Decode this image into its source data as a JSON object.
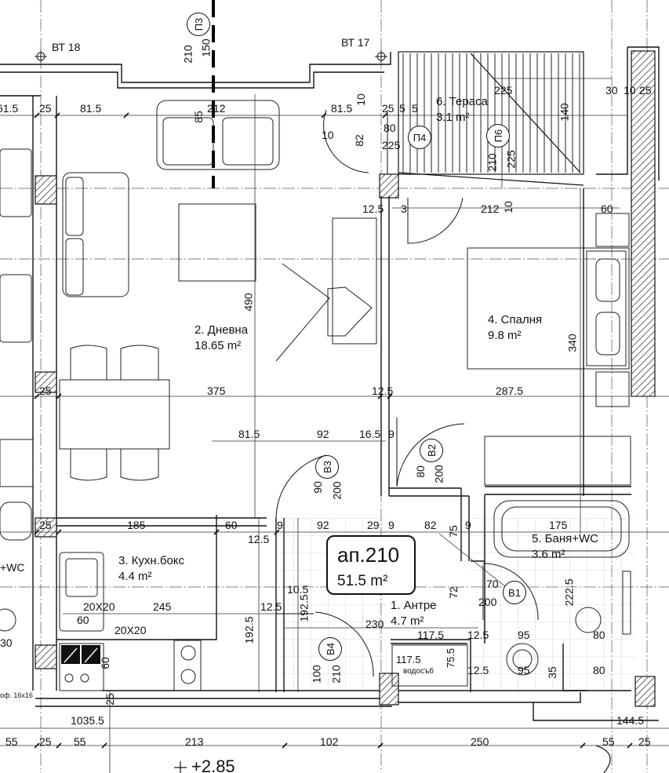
{
  "apartment": {
    "name": "ап.210",
    "area": "51.5 m²"
  },
  "rooms": [
    {
      "id": "1",
      "name": "1. Антре",
      "area": "4.7 m²"
    },
    {
      "id": "2",
      "name": "2. Дневна",
      "area": "18.65 m²"
    },
    {
      "id": "3",
      "name": "3. Кухн.бокс",
      "area": "4.4 m²"
    },
    {
      "id": "4",
      "name": "4. Спалня",
      "area": "9.8 m²"
    },
    {
      "id": "5",
      "name": "5. Баня+WC",
      "area": "3.6 m²"
    },
    {
      "id": "6",
      "name": "6. Тераса",
      "area": "3.1 m²"
    }
  ],
  "grid_axes": {
    "left": "ВТ 18",
    "right": "ВТ 17"
  },
  "openings": {
    "p3": "П3",
    "p4": "П4",
    "p6": "П6",
    "b1": "В1",
    "b2": "В2",
    "b3": "В3",
    "b4": "В4"
  },
  "dimensions": {
    "top_row": [
      "61.5",
      "25",
      "81.5",
      "212",
      "81.5",
      "10",
      "25",
      "5",
      "5",
      "30",
      "10",
      "25"
    ],
    "terrace": [
      "225",
      "140",
      "80",
      "225",
      "82",
      "10",
      "210",
      "225",
      "212",
      "10",
      "12.5",
      "3",
      "60"
    ],
    "window_p3": [
      "210",
      "150",
      "85"
    ],
    "mid_row": [
      "25",
      "375",
      "12.5",
      "287.5"
    ],
    "living": [
      "490",
      "340"
    ],
    "door_row": [
      "81.5",
      "92",
      "16.5",
      "9",
      "80",
      "200",
      "90",
      "200"
    ],
    "kitchen_row": [
      "25",
      "185",
      "60",
      "9",
      "92",
      "29",
      "9",
      "82",
      "9",
      "175",
      "12.5",
      "75",
      "72"
    ],
    "lower": [
      "20X20",
      "245",
      "20X20",
      "60",
      "12.5",
      "10.5",
      "192.5",
      "192.5",
      "230",
      "117.5",
      "12.5",
      "95",
      "80",
      "70",
      "200",
      "222.5",
      "30",
      "60"
    ],
    "bottom_inner": [
      "100",
      "210",
      "117.5",
      "75.5",
      "12.5",
      "95",
      "35",
      "80",
      "25"
    ],
    "bottom_row": [
      "1035.5",
      "144.5"
    ],
    "bottom_chain": [
      "55",
      "25",
      "55",
      "213",
      "102",
      "250",
      "55",
      "25"
    ],
    "level": "+2.85"
  },
  "notes": {
    "shower": "водосъб",
    "wc_left": "+WC",
    "grout_left": "оф. 16x16"
  }
}
